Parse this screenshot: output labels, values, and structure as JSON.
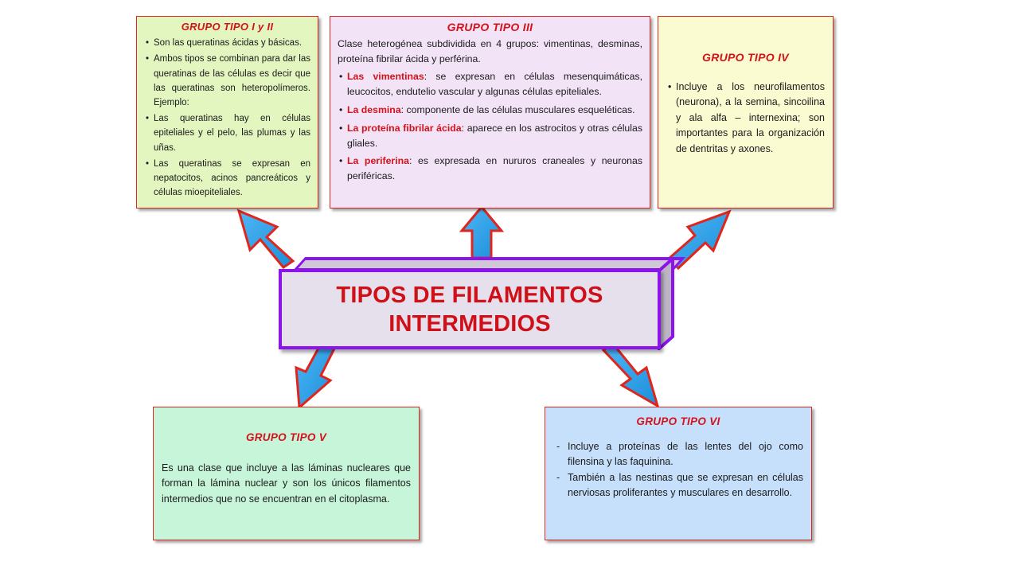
{
  "center": {
    "title_line1": "TIPOS DE FILAMENTOS",
    "title_line2": "INTERMEDIOS"
  },
  "group1": {
    "title": "GRUPO TIPO  I y II",
    "items": [
      "Son las queratinas ácidas y básicas.",
      "Ambos tipos se combinan para dar las queratinas de las células es decir que las queratinas son heteropolímeros. Ejemplo:",
      "Las queratinas hay en células epiteliales y el pelo, las plumas y las uñas.",
      "Las queratinas se expresan en nepatocitos, acinos pancreáticos y células mioepiteliales."
    ]
  },
  "group3": {
    "title": "GRUPO TIPO  III",
    "intro": "Clase heterogénea subdividida en 4 grupos: vimentinas, desminas, proteína fibrilar ácida y perférina.",
    "items": [
      {
        "term": "Las vimentinas",
        "text": ": se expresan en células mesenquimáticas, leucocitos, endutelio vascular y algunas células epiteliales."
      },
      {
        "term": "La desmina",
        "text": ": componente de las células musculares esqueléticas."
      },
      {
        "term": "La proteína fibrilar ácida",
        "text": ": aparece en los astrocitos y otras células gliales."
      },
      {
        "term": "La periferina",
        "text": ": es expresada en nururos craneales y neuronas periféricas."
      }
    ]
  },
  "group4": {
    "title": "GRUPO TIPO  IV",
    "items": [
      "Incluye a los neurofilamentos (neurona), a la semina, sincoilina y ala alfa – internexina; son importantes para la organización de dentritas y axones."
    ]
  },
  "group5": {
    "title": "GRUPO TIPO  V",
    "text": "Es una clase que incluye a las láminas nucleares que forman la lámina nuclear y son los únicos filamentos intermedios que no se encuentran en el citoplasma."
  },
  "group6": {
    "title": "GRUPO TIPO  VI",
    "items": [
      "Incluye a proteínas de las lentes del ojo como filensina y las faquinina.",
      "También a las nestinas que se expresan en células nerviosas proliferantes y musculares en desarrollo."
    ]
  },
  "colors": {
    "title_red": "#d4121a",
    "center_border": "#8b14ea",
    "arrow_fill": "#1e9be6",
    "arrow_stroke": "#e0261c"
  }
}
